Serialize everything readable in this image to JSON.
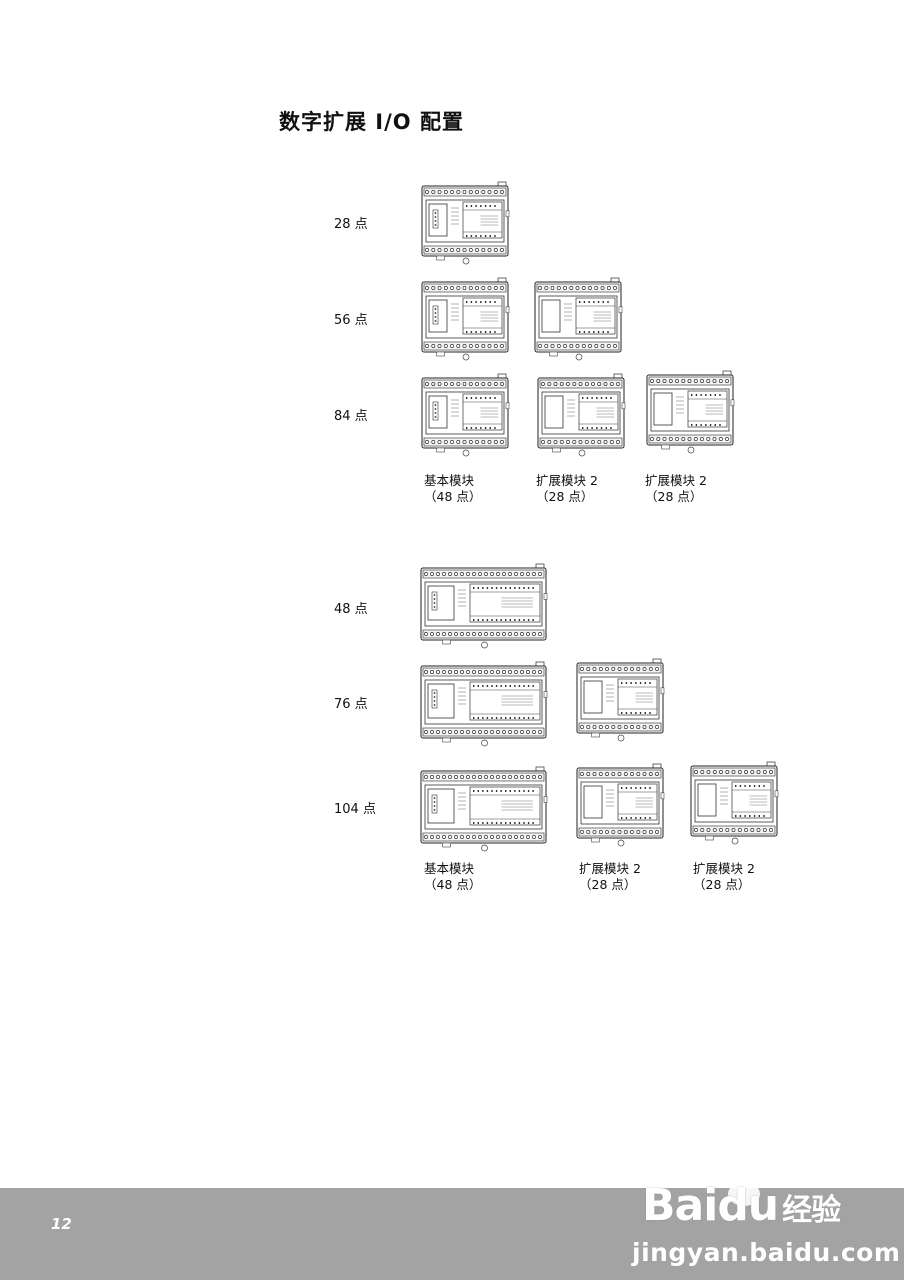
{
  "title": "数字扩展 I/O 配置",
  "section1": {
    "rows": [
      "28 点",
      "56 点",
      "84 点"
    ],
    "captions": [
      {
        "name": "基本模块",
        "points": "（48 点）"
      },
      {
        "name": "扩展模块 2",
        "points": "（28 点）"
      },
      {
        "name": "扩展模块 2",
        "points": "（28 点）"
      }
    ]
  },
  "section2": {
    "rows": [
      "48 点",
      "76 点",
      "104 点"
    ],
    "captions": [
      {
        "name": "基本模块",
        "points": "（48 点）"
      },
      {
        "name": "扩展模块 2",
        "points": "（28 点）"
      },
      {
        "name": "扩展模块 2",
        "points": "（28 点）"
      }
    ]
  },
  "footer": {
    "page_number": "12",
    "watermark_logo": "Bai du 经验",
    "watermark_url": "jingyan.baidu.com",
    "background": "#a3a3a3"
  }
}
